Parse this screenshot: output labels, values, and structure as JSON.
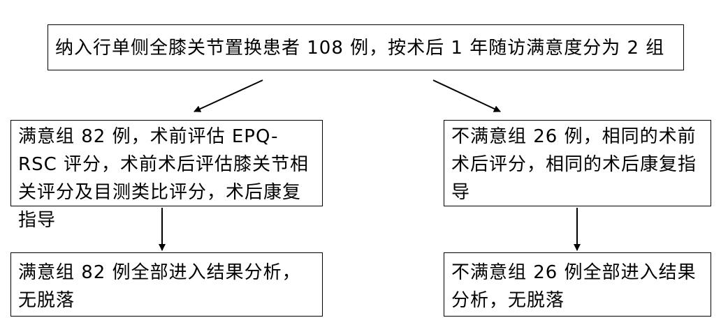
{
  "diagram": {
    "top": {
      "text": "纳入行单侧全膝关节置换患者 108 例，按术后 1 年随访满意度分为 2 组"
    },
    "left_mid": {
      "text": "满意组 82 例，术前评估 EPQ-RSC 评分，术前术后评估膝关节相关评分及目测类比评分，术后康复指导"
    },
    "right_mid": {
      "text": "不满意组 26 例，相同的术前术后评分，相同的术后康复指导"
    },
    "left_bot": {
      "text": "满意组 82 例全部进入结果分析，无脱落"
    },
    "right_bot": {
      "text": "不满意组 26 例全部进入结果分析，无脱落"
    }
  }
}
